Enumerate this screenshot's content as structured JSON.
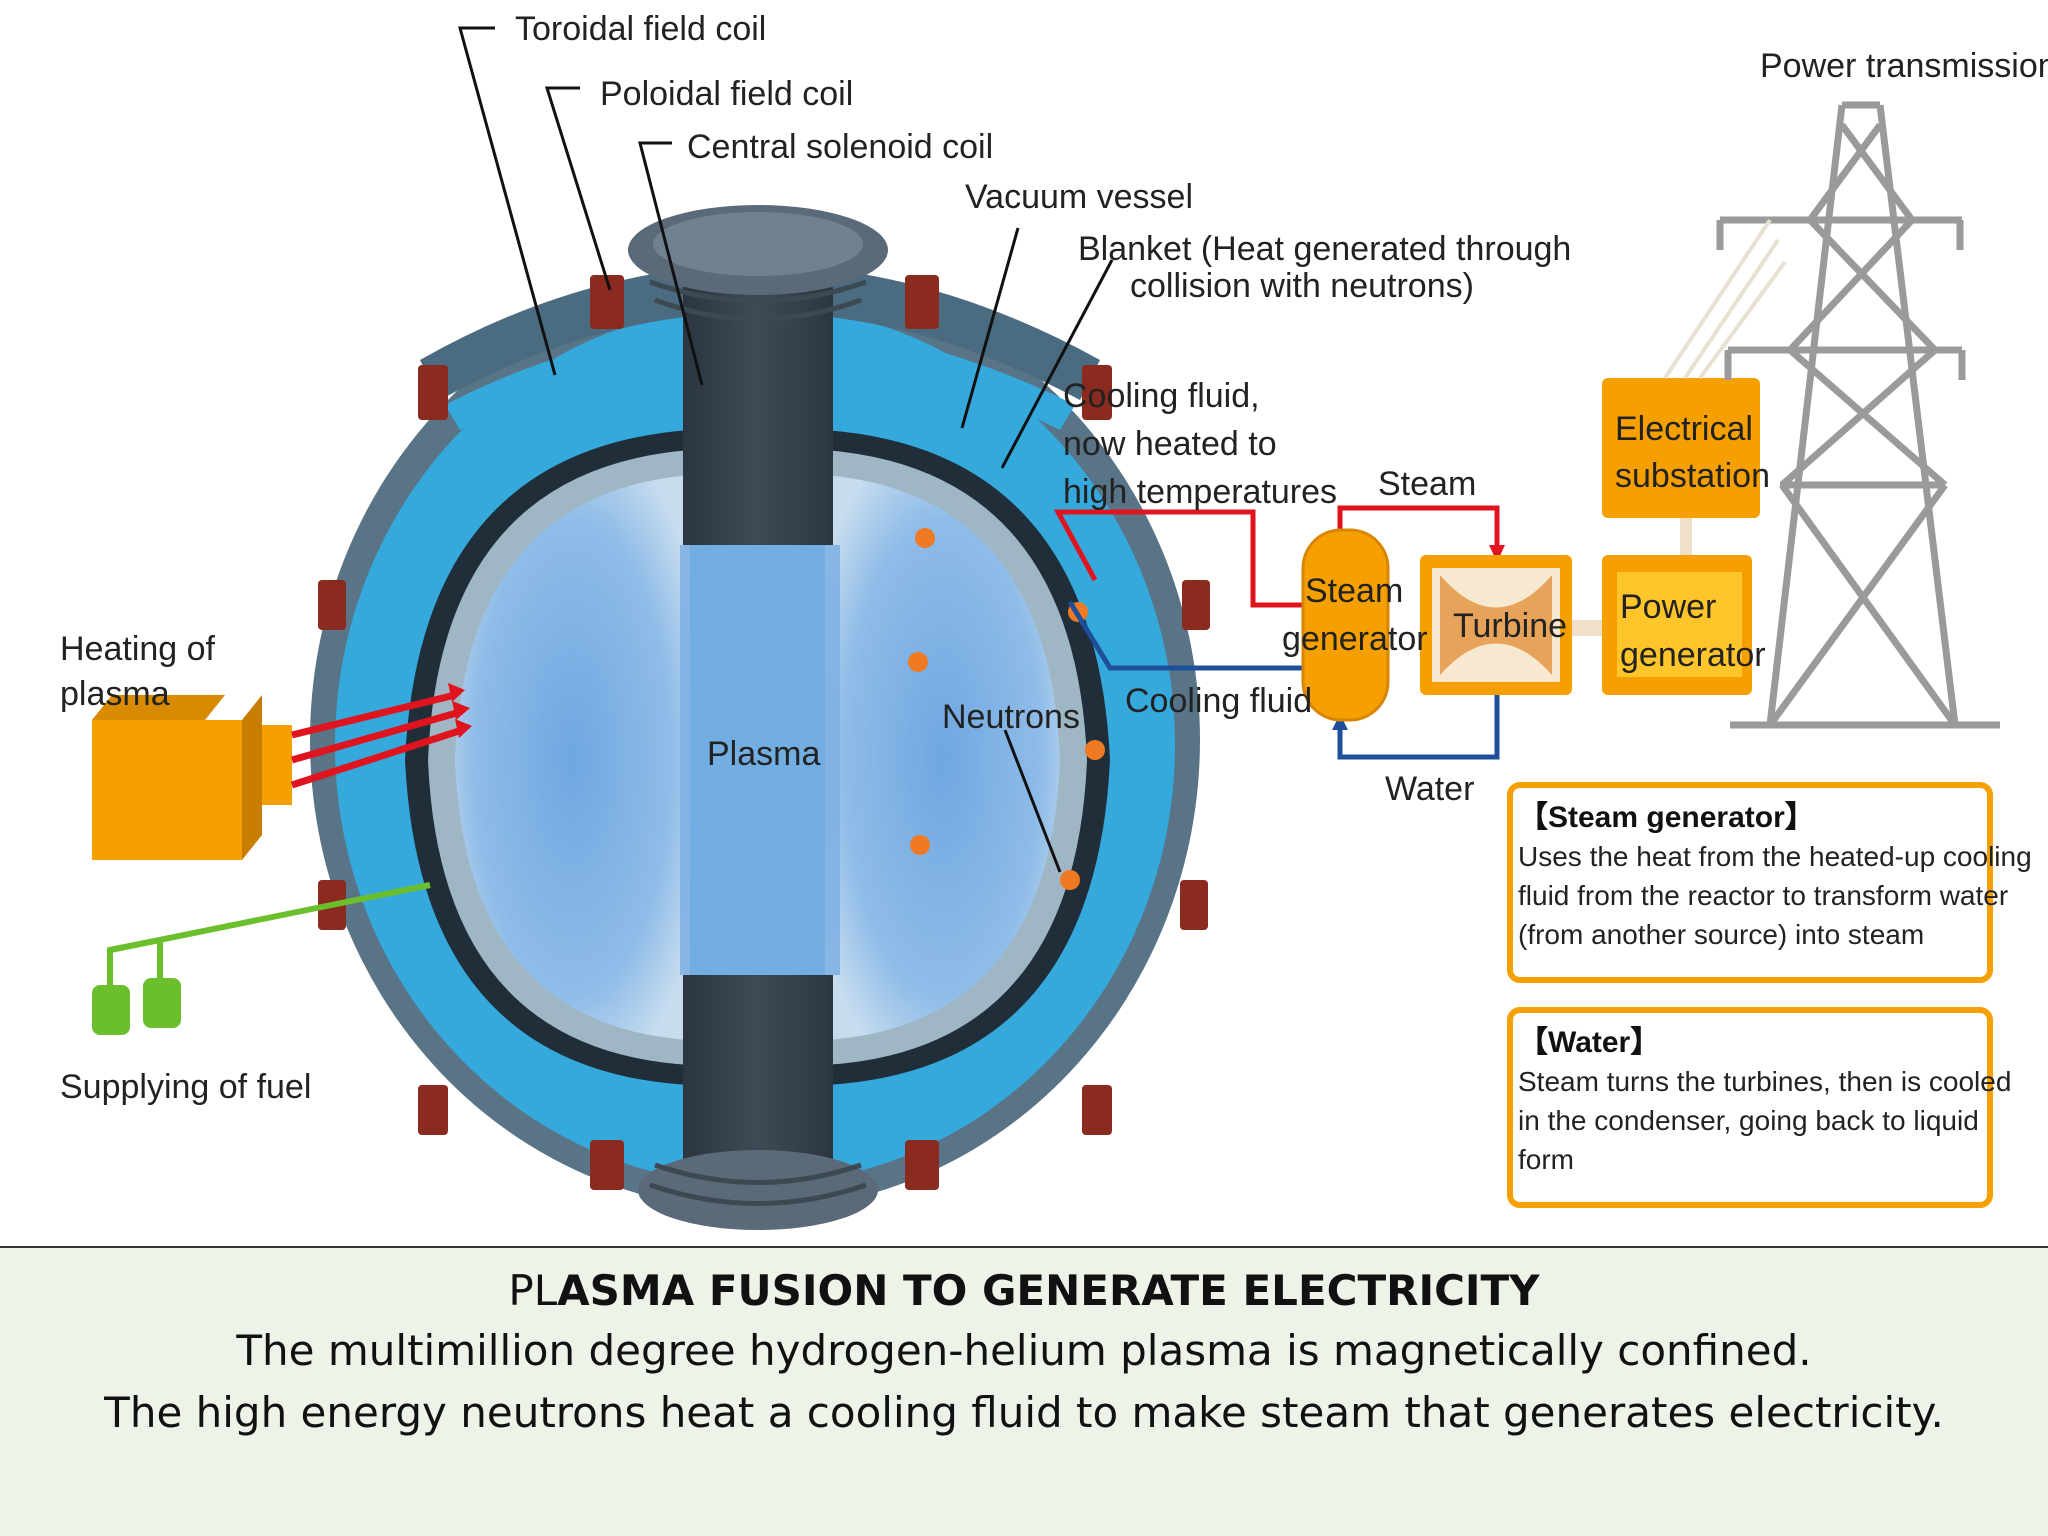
{
  "labels": {
    "toroidal": "Toroidal field coil",
    "poloidal": "Poloidal field coil",
    "solenoid": "Central solenoid coil",
    "vacuum": "Vacuum vessel",
    "blanket_1": "Blanket  (Heat generated through",
    "blanket_2": "collision with neutrons)",
    "cooling_hot_1": "Cooling fluid,",
    "cooling_hot_2": "now heated to",
    "cooling_hot_3": "high temperatures",
    "steam": "Steam",
    "water": "Water",
    "cooling_fluid": "Cooling fluid",
    "steam_generator_1": "Steam",
    "steam_generator_2": "generator",
    "turbine": "Turbine",
    "substation_1": "Electrical",
    "substation_2": "substation",
    "power_gen_1": "Power",
    "power_gen_2": "generator",
    "power_transmission": "Power transmission",
    "heating_1": "Heating of",
    "heating_2": "plasma",
    "fuel": "Supplying of fuel",
    "plasma": "Plasma",
    "neutrons": "Neutrons"
  },
  "info_boxes": {
    "steam_generator": {
      "title": "【Steam generator】",
      "line1": "Uses the heat from the heated-up cooling",
      "line2": "fluid from the reactor to transform water",
      "line3": "(from another source) into steam"
    },
    "water": {
      "title": "【Water】",
      "line1": "Steam turns the turbines, then is cooled",
      "line2": "in the condenser, going back to liquid",
      "line3": "form"
    }
  },
  "caption": {
    "title_prefix": "PL",
    "title_rest": "ASMA FUSION TO GENERATE ELECTRICITY",
    "line1": "The multimillion degree hydrogen-helium plasma is magnetically confined.",
    "line2": "The high energy neutrons heat a cooling fluid to make steam that generates electricity."
  },
  "colors": {
    "blanket": "#35a9dc",
    "vessel": "#4a6b80",
    "coil": "#8b2a1e",
    "orange": "#f5a000",
    "steam_line": "#e0141e",
    "water_line": "#1d4f9a",
    "fuel": "#6cbf2c"
  }
}
